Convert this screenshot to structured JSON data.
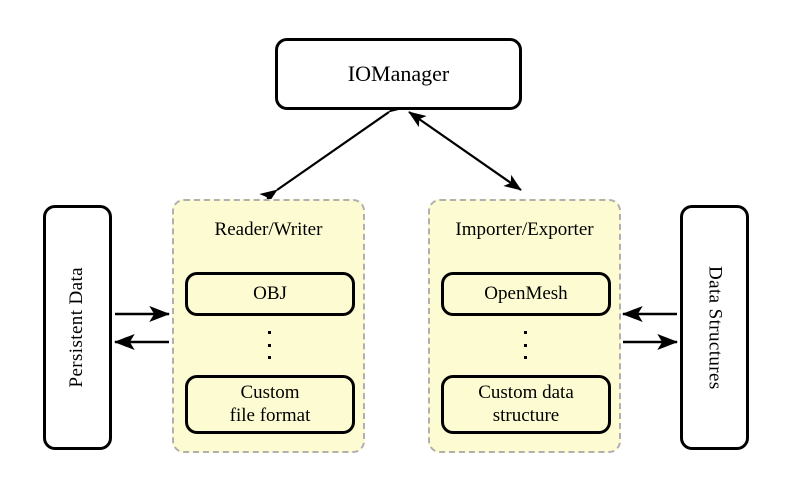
{
  "diagram": {
    "title_node": {
      "label": "IOManager"
    },
    "left_stack": {
      "label": "Persistent Data"
    },
    "right_stack": {
      "label": "Data Structures"
    },
    "panels": [
      {
        "id": "reader-writer",
        "title": "Reader/Writer",
        "modules": [
          {
            "id": "obj",
            "label": "OBJ"
          },
          {
            "id": "custom-file-format",
            "label": "Custom\nfile format",
            "line1": "Custom",
            "line2": "file format"
          }
        ],
        "ellipsis": "⋮"
      },
      {
        "id": "importer-exporter",
        "title": "Importer/Exporter",
        "modules": [
          {
            "id": "openmesh",
            "label": "OpenMesh"
          },
          {
            "id": "custom-data-structure",
            "label": "Custom data\nstructure",
            "line1": "Custom data",
            "line2": "structure"
          }
        ],
        "ellipsis": "⋮"
      }
    ],
    "connections": [
      {
        "id": "iomanager-to-reader-writer",
        "kind": "double-arrow"
      },
      {
        "id": "iomanager-to-importer-exporter",
        "kind": "double-arrow"
      },
      {
        "id": "persistent-data-to-reader-writer",
        "kind": "arrow-right"
      },
      {
        "id": "reader-writer-to-persistent-data",
        "kind": "arrow-left"
      },
      {
        "id": "data-structures-to-importer-exporter",
        "kind": "arrow-left"
      },
      {
        "id": "importer-exporter-to-data-structures",
        "kind": "arrow-right"
      }
    ],
    "colors": {
      "panel_fill": "#fdfbd2",
      "panel_border": "#b0b0b0",
      "node_fill": "#ffffff",
      "node_border": "#000000",
      "background": "#ffffff"
    }
  }
}
